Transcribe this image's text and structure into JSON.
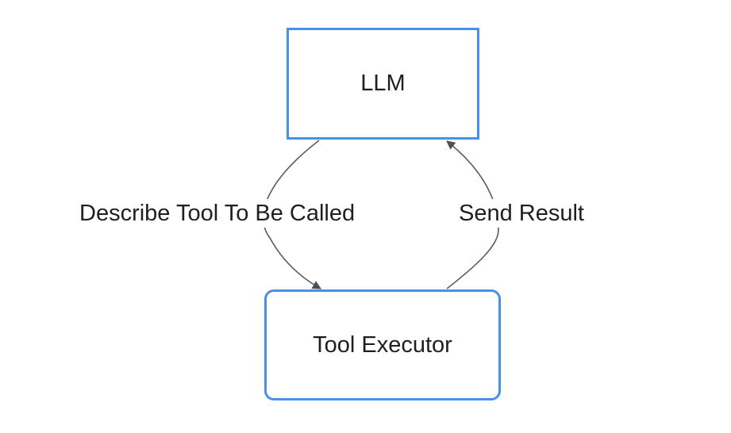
{
  "diagram": {
    "nodes": [
      {
        "id": "llm",
        "label": "LLM"
      },
      {
        "id": "tool_executor",
        "label": "Tool Executor"
      }
    ],
    "edges": [
      {
        "from": "llm",
        "to": "tool_executor",
        "label": "Describe Tool To Be Called"
      },
      {
        "from": "tool_executor",
        "to": "llm",
        "label": "Send Result"
      }
    ],
    "colors": {
      "node_border": "#4a8fe8",
      "edge_stroke": "#5a5a5a",
      "arrowhead": "#4d4f5c",
      "text": "#1f1f1f"
    }
  }
}
